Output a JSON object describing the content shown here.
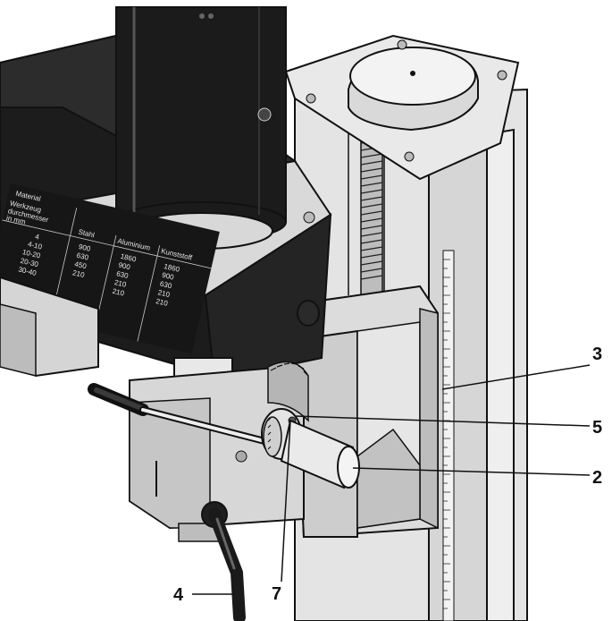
{
  "callouts": [
    {
      "id": "3",
      "label": "3"
    },
    {
      "id": "5",
      "label": "5"
    },
    {
      "id": "2",
      "label": "2"
    },
    {
      "id": "7",
      "label": "7"
    },
    {
      "id": "4",
      "label": "4"
    }
  ],
  "speed_plate": {
    "header_material": "Material",
    "header_tool_1": "Werkzeug",
    "header_tool_2": "durchmesser",
    "header_tool_3": "in mm",
    "col_steel": "Stahl",
    "col_aluminium": "Aluminium",
    "col_plastic": "Kunststoff",
    "diameters": [
      "4",
      "4-10",
      "10-20",
      "20-30",
      "30-40"
    ],
    "steel_values": [
      "900",
      "630",
      "450",
      "210"
    ],
    "aluminium_values": [
      "1860",
      "900",
      "630",
      "210",
      "210"
    ],
    "plastic_values": [
      "1860",
      "900",
      "630",
      "210",
      "210"
    ]
  },
  "colors": {
    "ink": "#111111",
    "body_dark": "#1a1a1a",
    "column_light": "#e2e2e2",
    "column_mid": "#c8c8c8",
    "highlight": "#f4f4f4"
  }
}
